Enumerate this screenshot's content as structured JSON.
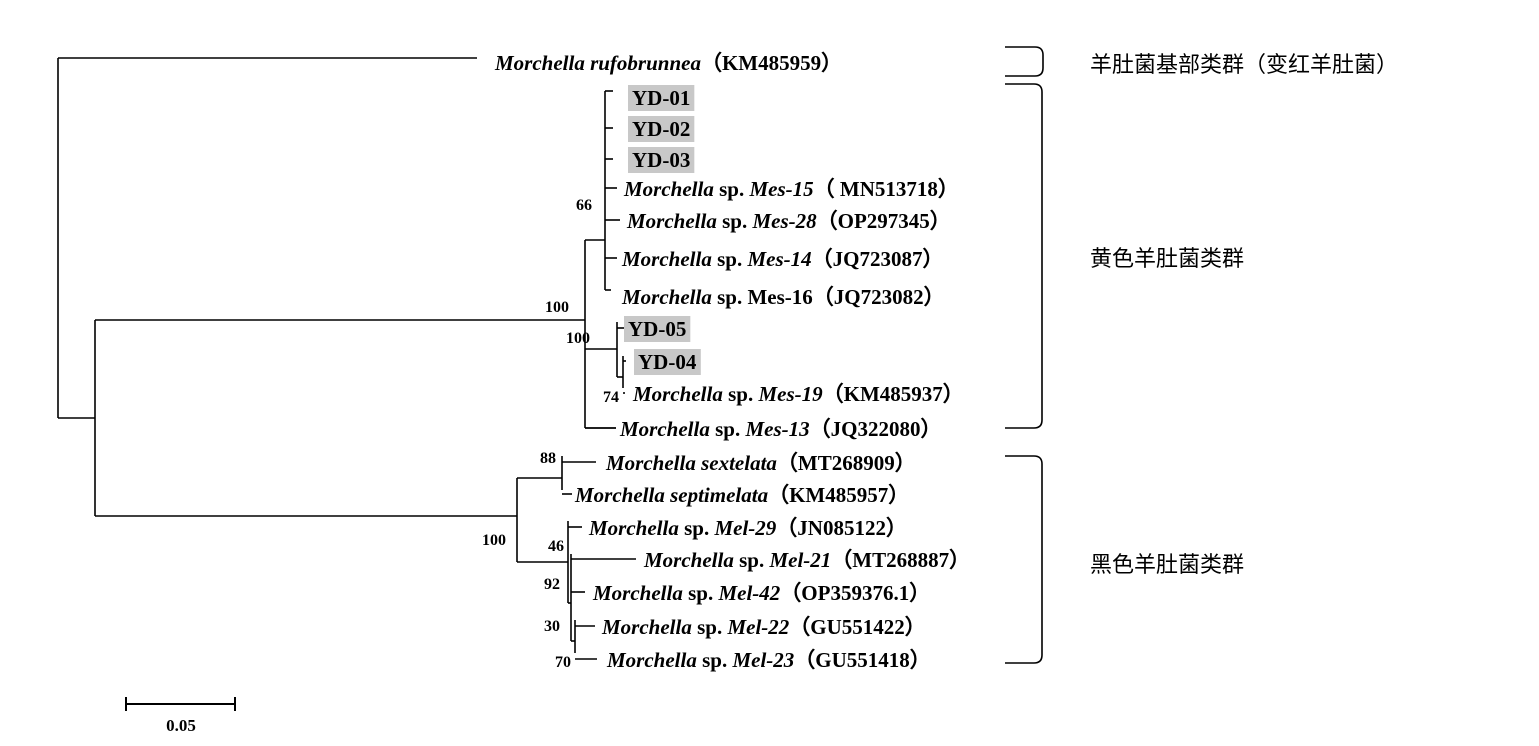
{
  "tree": {
    "taxa": [
      {
        "id": "rufobrunnea",
        "parts": [
          {
            "t": "Morchella rufobrunnea",
            "i": true
          },
          {
            "t": "（KM485959）",
            "i": false
          }
        ]
      },
      {
        "id": "yd01",
        "highlight": true,
        "parts": [
          {
            "t": "YD-01",
            "i": false
          }
        ]
      },
      {
        "id": "yd02",
        "highlight": true,
        "parts": [
          {
            "t": "YD-02",
            "i": false
          }
        ]
      },
      {
        "id": "yd03",
        "highlight": true,
        "parts": [
          {
            "t": "YD-03",
            "i": false
          }
        ]
      },
      {
        "id": "mes15",
        "parts": [
          {
            "t": "Morchella",
            "i": true
          },
          {
            "t": " sp. ",
            "i": false
          },
          {
            "t": "Mes-15",
            "i": true
          },
          {
            "t": "（ MN513718）",
            "i": false
          }
        ]
      },
      {
        "id": "mes28",
        "parts": [
          {
            "t": "Morchella",
            "i": true
          },
          {
            "t": " sp. ",
            "i": false
          },
          {
            "t": "Mes-28",
            "i": true
          },
          {
            "t": "（OP297345）",
            "i": false
          }
        ]
      },
      {
        "id": "mes14",
        "parts": [
          {
            "t": "Morchella",
            "i": true
          },
          {
            "t": " sp. ",
            "i": false
          },
          {
            "t": "Mes-14",
            "i": true
          },
          {
            "t": "（JQ723087）",
            "i": false
          }
        ]
      },
      {
        "id": "mes16",
        "parts": [
          {
            "t": "Morchella",
            "i": true
          },
          {
            "t": " sp. Mes-16（JQ723082）",
            "i": false
          }
        ]
      },
      {
        "id": "yd05",
        "highlight": true,
        "parts": [
          {
            "t": "YD-05",
            "i": false
          }
        ]
      },
      {
        "id": "yd04",
        "highlight": true,
        "parts": [
          {
            "t": "YD-04",
            "i": false
          }
        ]
      },
      {
        "id": "mes19",
        "parts": [
          {
            "t": "Morchella",
            "i": true
          },
          {
            "t": " sp. ",
            "i": false
          },
          {
            "t": "Mes-19",
            "i": true
          },
          {
            "t": "（KM485937）",
            "i": false
          }
        ]
      },
      {
        "id": "mes13",
        "parts": [
          {
            "t": "Morchella",
            "i": true
          },
          {
            "t": " sp. ",
            "i": false
          },
          {
            "t": "Mes-13",
            "i": true
          },
          {
            "t": "（JQ322080）",
            "i": false
          }
        ]
      },
      {
        "id": "sextelata",
        "parts": [
          {
            "t": "Morchella sextelata",
            "i": true
          },
          {
            "t": "（MT268909）",
            "i": false
          }
        ]
      },
      {
        "id": "septimelata",
        "parts": [
          {
            "t": "Morchella septimelata",
            "i": true
          },
          {
            "t": "（KM485957）",
            "i": false
          }
        ]
      },
      {
        "id": "mel29",
        "parts": [
          {
            "t": "Morchella",
            "i": true
          },
          {
            "t": " sp. ",
            "i": false
          },
          {
            "t": "Mel-29",
            "i": true
          },
          {
            "t": "（JN085122）",
            "i": false
          }
        ]
      },
      {
        "id": "mel21",
        "parts": [
          {
            "t": "Morchella",
            "i": true
          },
          {
            "t": " sp. ",
            "i": false
          },
          {
            "t": "Mel-21",
            "i": true
          },
          {
            "t": "（MT268887）",
            "i": false
          }
        ]
      },
      {
        "id": "mel42",
        "parts": [
          {
            "t": "Morchella",
            "i": true
          },
          {
            "t": " sp. ",
            "i": false
          },
          {
            "t": "Mel-42",
            "i": true
          },
          {
            "t": "（OP359376.1）",
            "i": false
          }
        ]
      },
      {
        "id": "mel22",
        "parts": [
          {
            "t": "Morchella",
            "i": true
          },
          {
            "t": " sp. ",
            "i": false
          },
          {
            "t": "Mel-22",
            "i": true
          },
          {
            "t": "（GU551422）",
            "i": false
          }
        ]
      },
      {
        "id": "mel23",
        "parts": [
          {
            "t": "Morchella",
            "i": true
          },
          {
            "t": " sp. ",
            "i": false
          },
          {
            "t": "Mel-23",
            "i": true
          },
          {
            "t": "（GU551418）",
            "i": false
          }
        ]
      }
    ],
    "bootstrap": {
      "mes_clade": "100",
      "mes_subclade": "66",
      "yd_clade": "100",
      "mes19_node": "74",
      "mel_clade": "100",
      "sext_sept": "88",
      "mel29_node": "46",
      "mel21_node": "92",
      "mel22_node": "30",
      "mel23_node": "70"
    },
    "clades": [
      {
        "id": "basal",
        "label": "羊肚菌基部类群（变红羊肚菌）"
      },
      {
        "id": "yellow",
        "label": "黄色羊肚菌类群"
      },
      {
        "id": "black",
        "label": "黑色羊肚菌类群"
      }
    ],
    "scale": {
      "label": "0.05",
      "value": 0.05
    }
  }
}
